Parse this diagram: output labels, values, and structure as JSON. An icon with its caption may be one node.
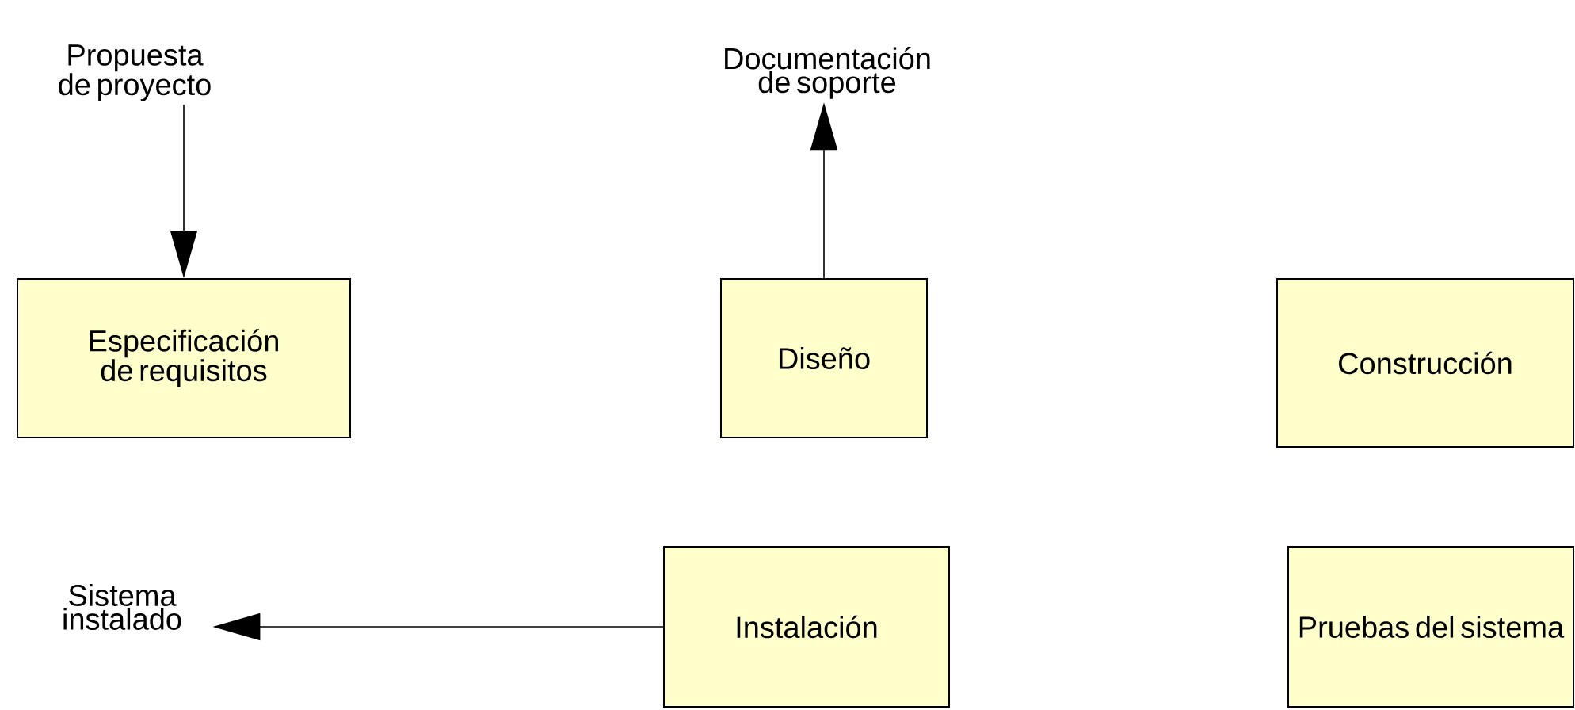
{
  "diagram": {
    "nodes": [
      {
        "text": [
          "Propuesta de proyecto"
        ]
      },
      {
        "text": [
          "Especificación de requisitos"
        ]
      },
      {
        "text": [
          "Documentación de soporte"
        ]
      },
      {
        "text": [
          "Diseño"
        ]
      },
      {
        "text": [
          "Construcción"
        ]
      },
      {
        "text": [
          "Sistema instalado"
        ]
      },
      {
        "text": [
          "Instalación"
        ]
      },
      {
        "text": [
          "Pruebas del sistema"
        ]
      }
    ],
    "edges": [
      {
        "from": 0,
        "to": 1,
        "arrow": "to"
      },
      {
        "from": 3,
        "to": 2,
        "arrow": "to"
      },
      {
        "from": 6,
        "to": 5,
        "arrow": "to"
      }
    ]
  }
}
